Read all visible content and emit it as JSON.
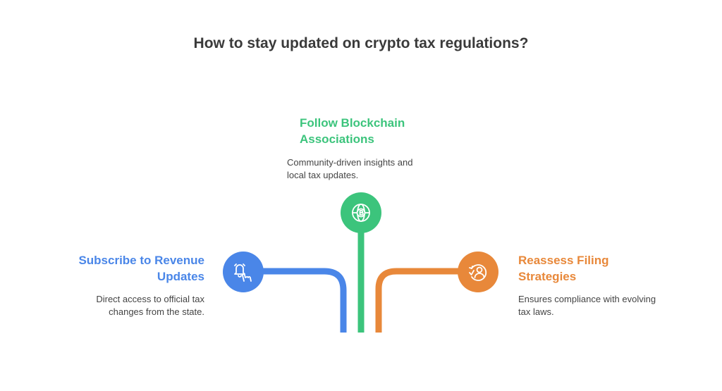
{
  "title": "How to stay updated on crypto tax regulations?",
  "colors": {
    "blue": "#4a86e8",
    "green": "#3cc47c",
    "orange": "#e8883a"
  },
  "items": [
    {
      "heading_line1": "Subscribe to Revenue",
      "heading_line2": "Updates",
      "desc_line1": "Direct access to official tax",
      "desc_line2": "changes from the state.",
      "icon": "bell-hand-icon",
      "color": "blue"
    },
    {
      "heading_line1": "Follow Blockchain",
      "heading_line2": "Associations",
      "desc_line1": "Community-driven insights and",
      "desc_line2": "local tax updates.",
      "icon": "globe-bitcoin-icon",
      "color": "green"
    },
    {
      "heading_line1": "Reassess Filing",
      "heading_line2": "Strategies",
      "desc_line1": "Ensures compliance with evolving",
      "desc_line2": "tax laws.",
      "icon": "person-refresh-icon",
      "color": "orange"
    }
  ]
}
